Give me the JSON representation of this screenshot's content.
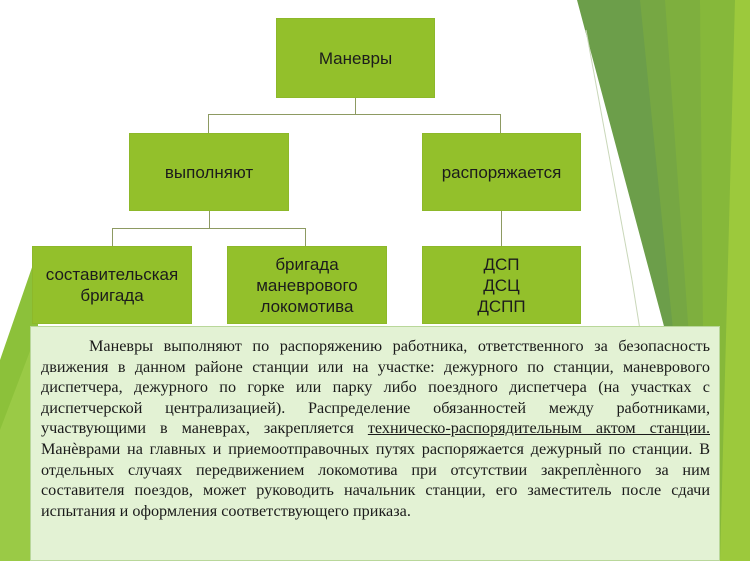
{
  "diagram": {
    "root": {
      "label": "Маневры"
    },
    "level2": [
      {
        "label": "выполняют"
      },
      {
        "label": "распоряжается"
      }
    ],
    "level3": [
      {
        "label": "составительская\nбригада",
        "parent": "выполняют"
      },
      {
        "label": "бригада\nманеврового\nлокомотива",
        "parent": "выполняют"
      },
      {
        "label": "ДСП\nДСЦ\nДСПП",
        "parent": "распоряжается"
      }
    ]
  },
  "description": {
    "part1": "Маневры выполняют по распоряжению работника, ответственного за безопасность движения в данном районе станции или на участке: дежурного по станции, маневрового диспетчера, дежурного по горке или парку либо поездного диспетчера (на участках с диспетчерской централизацией). Распределение обязанностей между работниками, участвующими в маневрах, закрепляется ",
    "underlined": "техническо-распорядительным актом станции. ",
    "part2": "Манѐврами на главных и приемоотправочных путях распоряжается дежурный по станции. В отдельных случаях передвижением локомотива при отсутствии закреплѐнного за ним составителя поездов, может руководить начальник станции, его заместитель после сдачи испытания и оформления соответствующего приказа."
  },
  "colors": {
    "box_fill": "#93c02b",
    "connector": "#8d9a62",
    "textbox_fill": "#e3f2d4",
    "deco_dark": "#6a9c48",
    "deco_light": "#8fc03b"
  }
}
